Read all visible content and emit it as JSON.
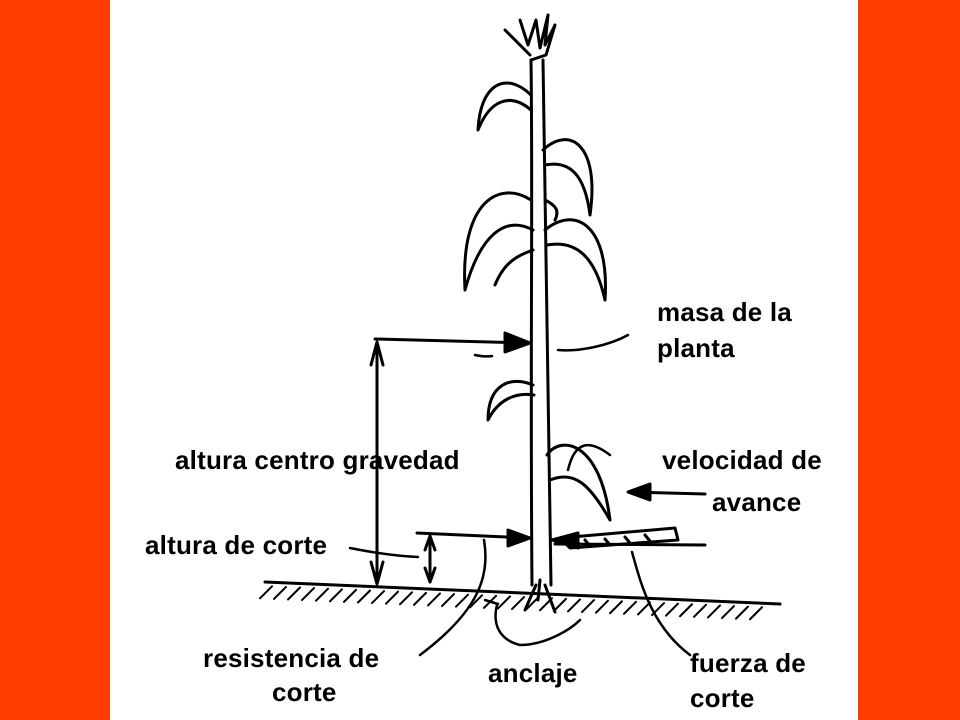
{
  "colors": {
    "side_band": "#ff3d00",
    "panel": "#ffffff",
    "ink": "#000000"
  },
  "icons": {
    "plant": "corn-plant-icon",
    "soil": "ground-hatching",
    "blade": "cutting-blade-icon"
  },
  "labels": {
    "masa_line1": "masa de la",
    "masa_line2": "planta",
    "altura_centro": "altura centro gravedad",
    "velocidad_line1": "velocidad de",
    "velocidad_line2": "avance",
    "altura_corte": "altura de corte",
    "resistencia_line1": "resistencia de",
    "resistencia_line2": "corte",
    "anclaje": "anclaje",
    "fuerza_line1": "fuerza de",
    "fuerza_line2": "corte"
  }
}
